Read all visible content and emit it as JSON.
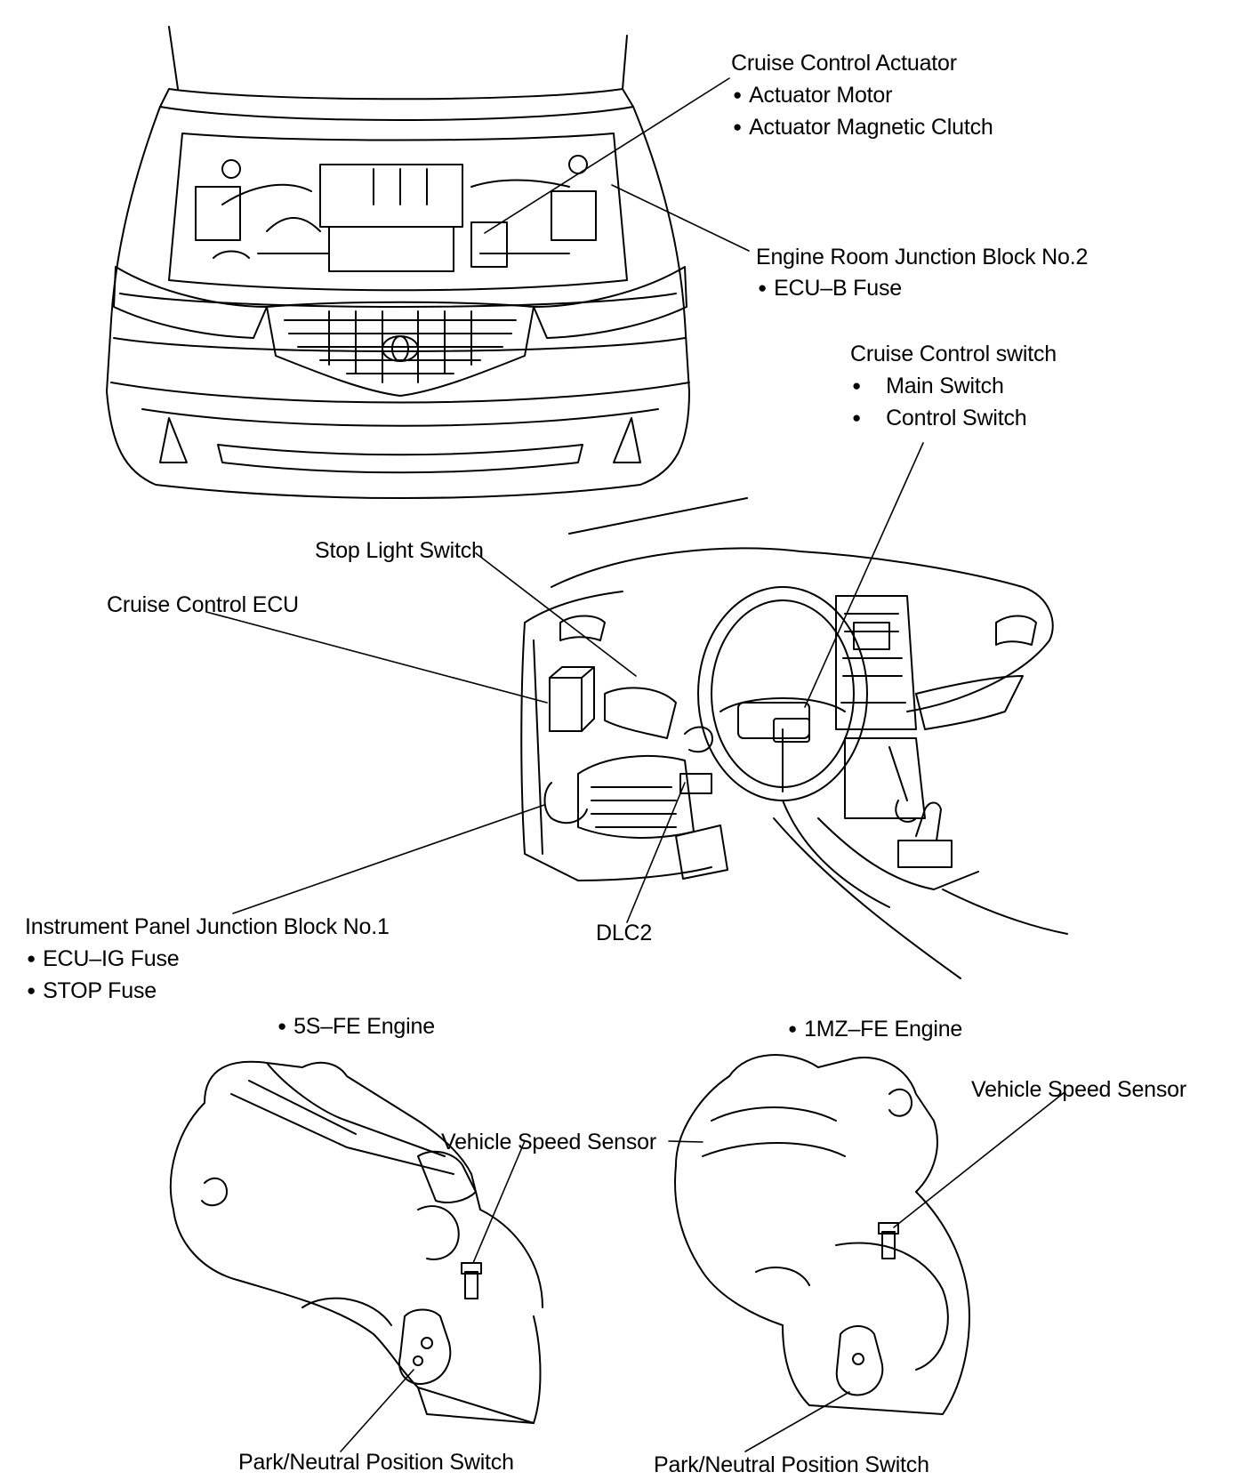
{
  "labels": {
    "cruise_actuator": "Cruise Control Actuator",
    "actuator_motor": "Actuator Motor",
    "actuator_clutch": "Actuator Magnetic Clutch",
    "engine_jb2": "Engine Room Junction Block No.2",
    "ecu_b_fuse": "ECU–B Fuse",
    "cruise_switch": "Cruise Control switch",
    "main_switch": "Main Switch",
    "control_switch": "Control Switch",
    "stop_light_switch": "Stop Light Switch",
    "cruise_ecu": "Cruise Control ECU",
    "ip_jb1": "Instrument Panel Junction Block No.1",
    "ecu_ig_fuse": "ECU–IG Fuse",
    "stop_fuse": "STOP Fuse",
    "dlc2": "DLC2",
    "engine_5sfe": "5S–FE Engine",
    "engine_1mzfe": "1MZ–FE Engine",
    "vss_left": "Vehicle Speed Sensor",
    "vss_right": "Vehicle Speed Sensor",
    "pnp_left": "Park/Neutral Position Switch",
    "pnp_right": "Park/Neutral Position Switch"
  },
  "colors": {
    "ink": "#000000",
    "paper": "#ffffff"
  }
}
